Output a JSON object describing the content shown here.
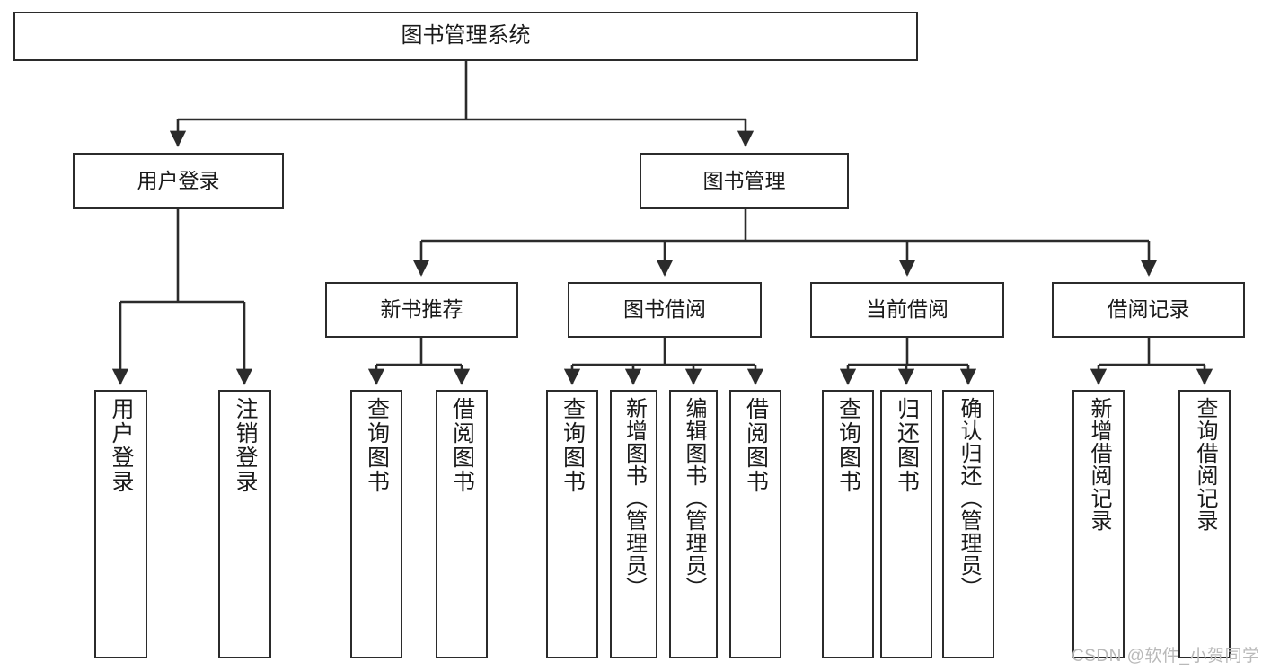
{
  "diagram": {
    "title": "图书管理系统",
    "type": "tree",
    "stroke_color": "#2b2b2b",
    "fill_color": "#ffffff",
    "text_color": "#1a1a1a"
  },
  "nodes": {
    "root": {
      "label": "图书管理系统"
    },
    "level2": [
      {
        "id": "user-login",
        "label": "用户登录"
      },
      {
        "id": "book-management",
        "label": "图书管理"
      }
    ],
    "level3": [
      {
        "id": "new-book-recommend",
        "label": "新书推荐"
      },
      {
        "id": "book-borrow",
        "label": "图书借阅"
      },
      {
        "id": "current-borrow",
        "label": "当前借阅"
      },
      {
        "id": "borrow-record",
        "label": "借阅记录"
      }
    ],
    "leaves": {
      "user_login": [
        {
          "id": "leaf-user-login",
          "label": "用户登录"
        },
        {
          "id": "leaf-logout",
          "label": "注销登录"
        }
      ],
      "new_book_recommend": [
        {
          "id": "leaf-query-book-1",
          "label": "查询图书"
        },
        {
          "id": "leaf-borrow-book-1",
          "label": "借阅图书"
        }
      ],
      "book_borrow": [
        {
          "id": "leaf-query-book-2",
          "label": "查询图书"
        },
        {
          "id": "leaf-add-book",
          "label": "新增图书（管理员）"
        },
        {
          "id": "leaf-edit-book",
          "label": "编辑图书（管理员）"
        },
        {
          "id": "leaf-borrow-book-2",
          "label": "借阅图书"
        }
      ],
      "current_borrow": [
        {
          "id": "leaf-query-book-3",
          "label": "查询图书"
        },
        {
          "id": "leaf-return-book",
          "label": "归还图书"
        },
        {
          "id": "leaf-confirm-return",
          "label": "确认归还（管理员）"
        }
      ],
      "borrow_record": [
        {
          "id": "leaf-add-record",
          "label": "新增借阅记录"
        },
        {
          "id": "leaf-query-record",
          "label": "查询借阅记录"
        }
      ]
    }
  },
  "watermark": {
    "text": "CSDN @软件_小贺同学",
    "color": "#b9b9b9"
  }
}
